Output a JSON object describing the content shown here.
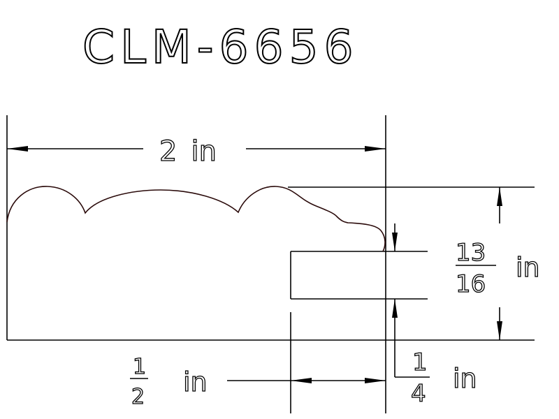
{
  "title": "CLM-6656",
  "dimensions": {
    "width": {
      "value": "2",
      "unit": "in"
    },
    "height": {
      "numerator": "13",
      "denominator": "16",
      "unit": "in"
    },
    "rabbet_width": {
      "numerator": "1",
      "denominator": "2",
      "unit": "in"
    },
    "rabbet_depth": {
      "numerator": "1",
      "denominator": "4",
      "unit": "in"
    }
  }
}
